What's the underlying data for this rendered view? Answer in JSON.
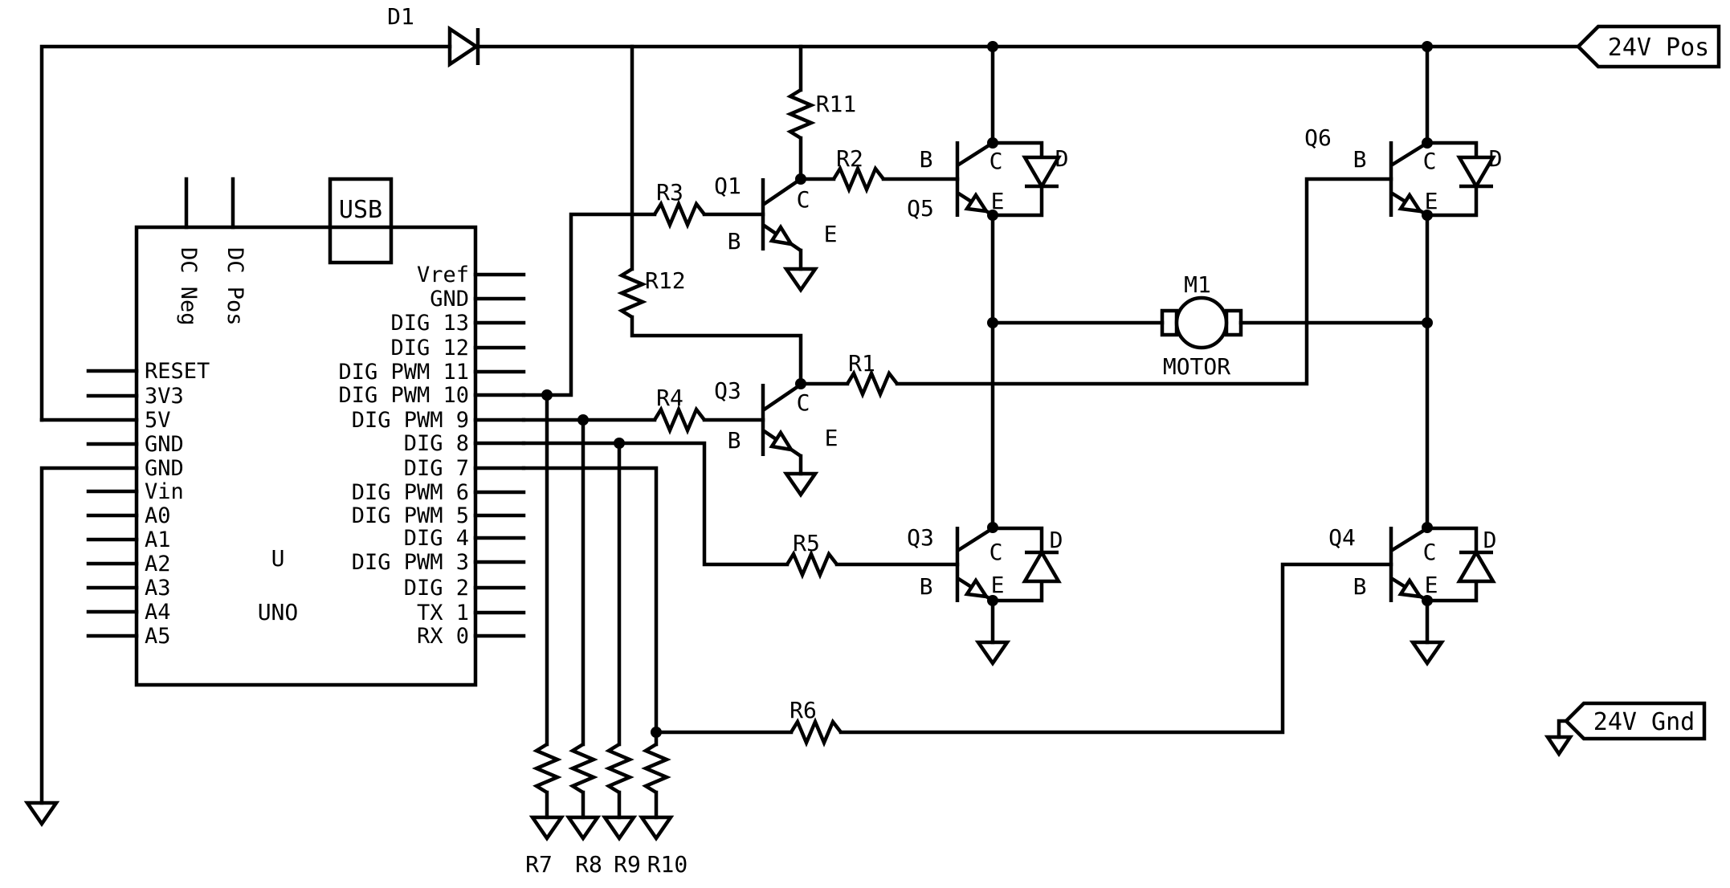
{
  "flags": {
    "pos": "24V Pos",
    "gnd": "24V Gnd"
  },
  "diodes": {
    "d1": "D1",
    "flyback": "D"
  },
  "terminals": {
    "base": "B",
    "collector": "C",
    "emitter": "E"
  },
  "resistors": {
    "r1": "R1",
    "r2": "R2",
    "r3": "R3",
    "r4": "R4",
    "r5": "R5",
    "r6": "R6",
    "r7": "R7",
    "r8": "R8",
    "r9": "R9",
    "r10": "R10",
    "r11": "R11",
    "r12": "R12"
  },
  "transistors": {
    "q1": "Q1",
    "q3_driver": "Q3",
    "q3_power": "Q3",
    "q4": "Q4",
    "q5": "Q5",
    "q6": "Q6"
  },
  "motor": {
    "ref": "M1",
    "name": "MOTOR"
  },
  "arduino": {
    "usb": "USB",
    "ref": "U",
    "name": "UNO",
    "dc_neg": "DC Neg",
    "dc_pos": "DC Pos",
    "left_pins": [
      "RESET",
      "3V3",
      "5V",
      "GND",
      "GND",
      "Vin",
      "A0",
      "A1",
      "A2",
      "A3",
      "A4",
      "A5"
    ],
    "right_pins": [
      "Vref",
      "GND",
      "DIG 13",
      "DIG 12",
      "DIG PWM 11",
      "DIG PWM 10",
      "DIG PWM 9",
      "DIG 8",
      "DIG 7",
      "DIG PWM 6",
      "DIG PWM 5",
      "DIG 4",
      "DIG PWM 3",
      "DIG 2",
      "TX 1",
      "RX 0"
    ]
  },
  "colors": {
    "ink": "#000000",
    "background": "#ffffff"
  }
}
